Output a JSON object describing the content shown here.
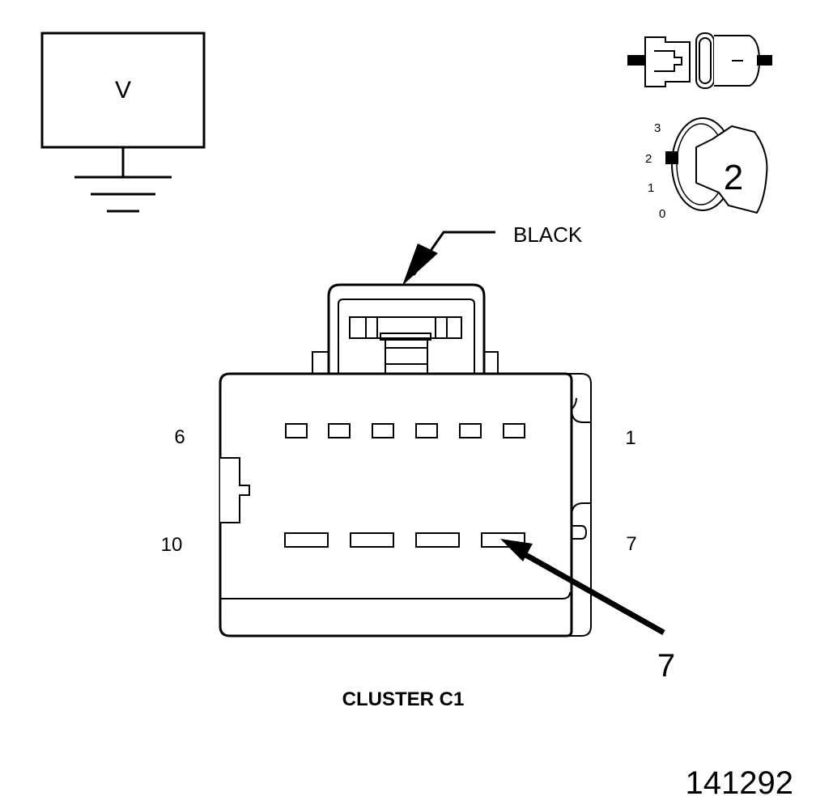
{
  "meter": {
    "symbol": "V"
  },
  "ignition": {
    "positions": [
      "3",
      "2",
      "1",
      "0"
    ],
    "selected": "2"
  },
  "connector": {
    "color_label": "BLACK",
    "name": "CLUSTER C1",
    "top_row": {
      "left_label": "6",
      "right_label": "1"
    },
    "bottom_row": {
      "left_label": "10",
      "right_label": "7"
    },
    "highlighted_pin": "7"
  },
  "figure_id": "141292",
  "colors": {
    "line": "#000000",
    "background": "#ffffff"
  }
}
